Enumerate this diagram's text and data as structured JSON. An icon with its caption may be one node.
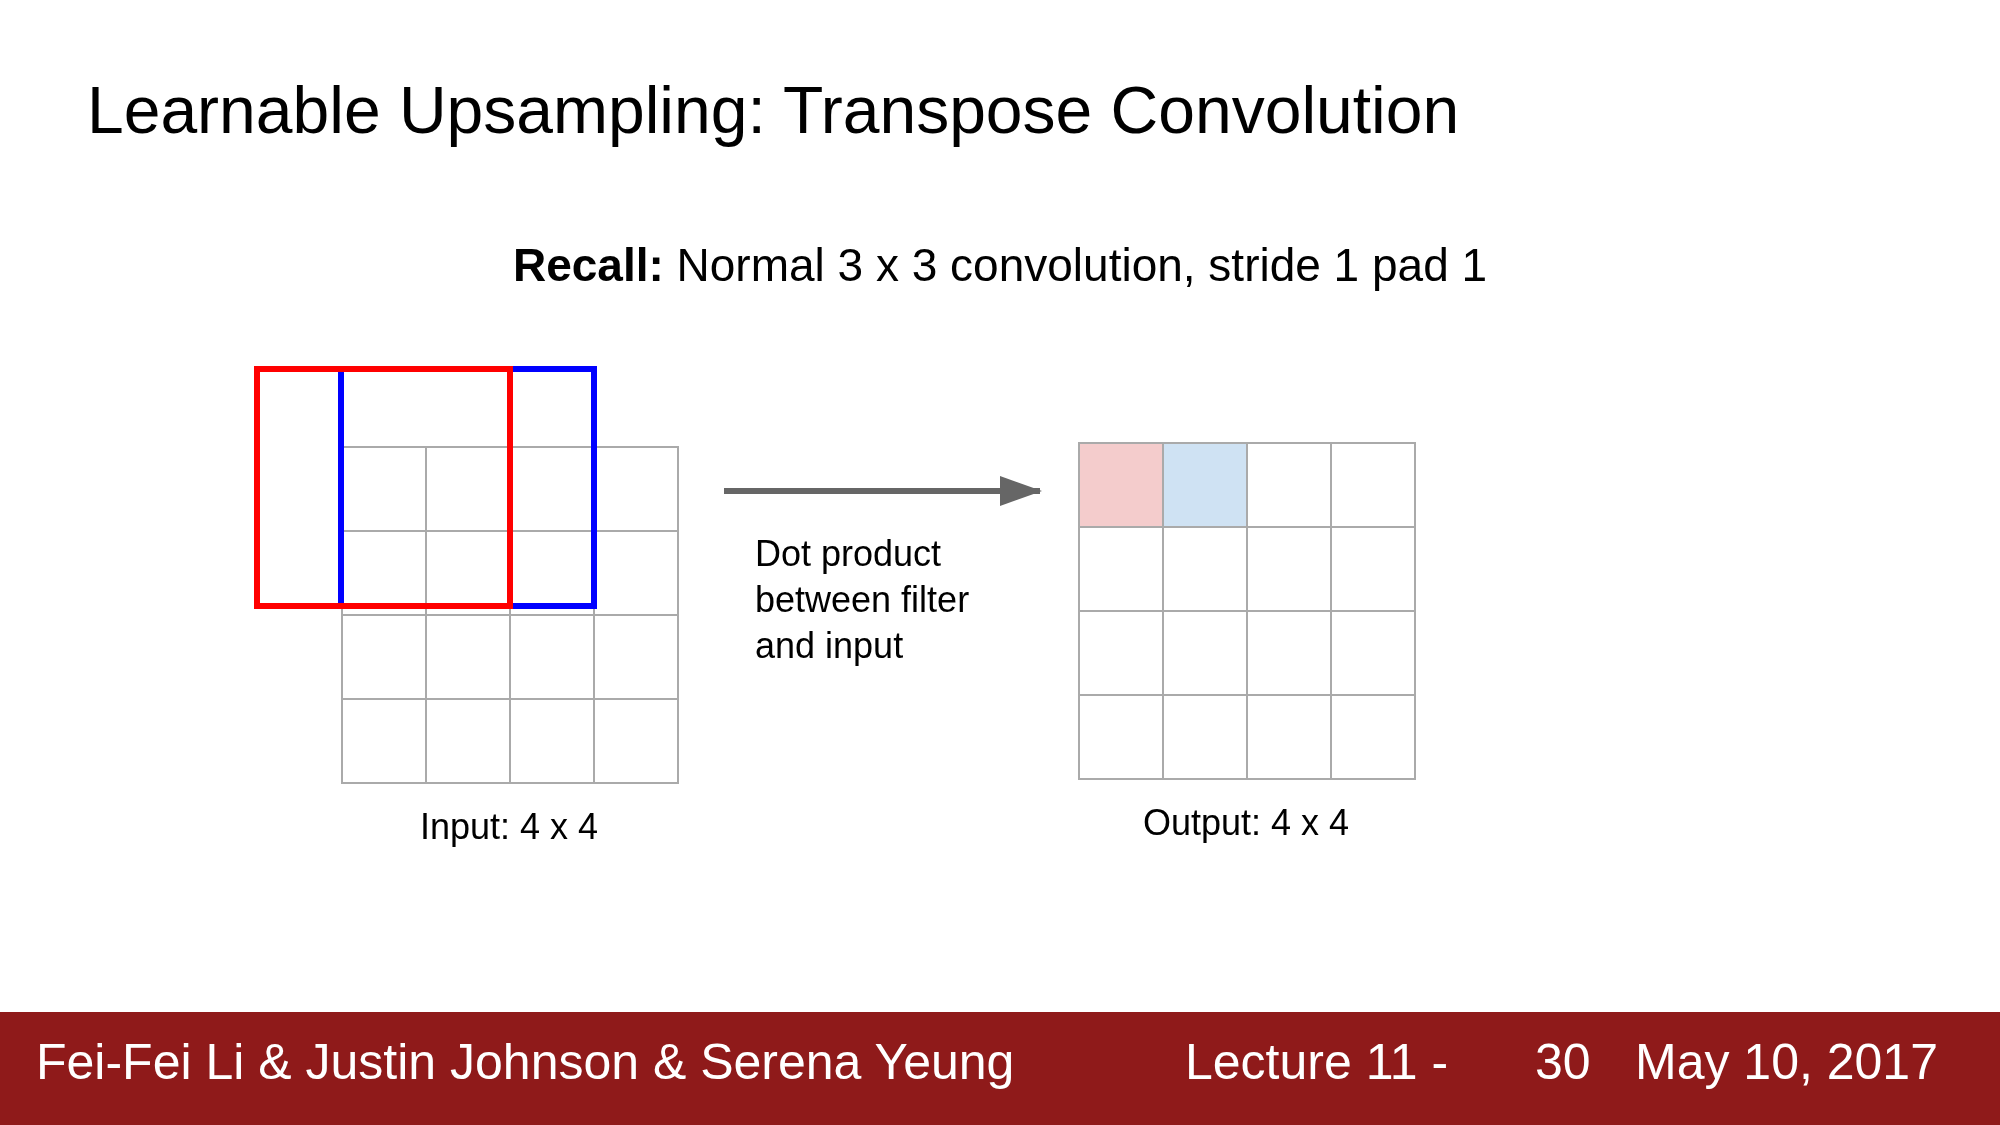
{
  "diagram": {
    "title": "Learnable Upsampling: Transpose Convolution",
    "nodes": [
      {
        "text": [],
        "shape": "box",
        "beside": [
          "Input: 4 x 4"
        ]
      },
      {
        "text": [],
        "shape": "box",
        "beside": [
          "Output: 4 x 4"
        ]
      },
      {
        "text": [],
        "shape": "box"
      },
      {
        "text": [],
        "shape": "box"
      }
    ],
    "edges": [
      {
        "from": 0,
        "to": 1,
        "arrow": "to",
        "label": "Dot product between filter and input",
        "color": "#666666"
      }
    ],
    "labels": [
      "**Recall:** Normal 3 x 3 convolution, stride 1 pad 1",
      "Fei-Fei Li & Justin Johnson & Serena Yeung",
      "Lecture 11 -",
      "30",
      "May 10, 2017"
    ]
  }
}
